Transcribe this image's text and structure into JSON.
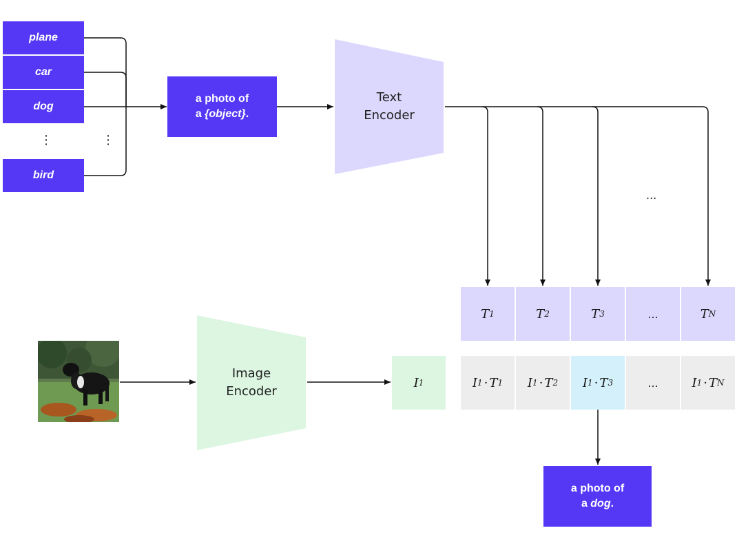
{
  "class_labels": [
    "plane",
    "car",
    "dog",
    "bird"
  ],
  "ellipsis": "⋮",
  "prompt_template": {
    "line1": "a photo of",
    "line2_prefix": "a ",
    "line2_object": "{object}",
    "line2_suffix": "."
  },
  "text_encoder": {
    "line1": "Text",
    "line2": "Encoder"
  },
  "image_encoder": {
    "line1": "Image",
    "line2": "Encoder"
  },
  "text_features_ellipsis": "...",
  "text_features": [
    {
      "base": "T",
      "sub": "1"
    },
    {
      "base": "T",
      "sub": "2"
    },
    {
      "base": "T",
      "sub": "3"
    },
    {
      "base": "...",
      "sub": ""
    },
    {
      "base": "T",
      "sub": "N"
    }
  ],
  "image_feature": {
    "base": "I",
    "sub": "1"
  },
  "products": [
    {
      "a": "I",
      "a_sub": "1",
      "b": "T",
      "b_sub": "1"
    },
    {
      "a": "I",
      "a_sub": "1",
      "b": "T",
      "b_sub": "2"
    },
    {
      "a": "I",
      "a_sub": "1",
      "b": "T",
      "b_sub": "3",
      "highlight": true
    },
    {
      "ellipsis": "..."
    },
    {
      "a": "I",
      "a_sub": "1",
      "b": "T",
      "b_sub": "N"
    }
  ],
  "result": {
    "line1": "a photo of",
    "line2_prefix": "a ",
    "line2_object": "dog",
    "line2_suffix": "."
  },
  "colors": {
    "label_fill": "#5438f5",
    "text_encoder_fill": "#dcd8fd",
    "image_encoder_fill": "#dcf6e1",
    "product_fill": "#ededed",
    "highlight_fill": "#d4f1fb"
  }
}
